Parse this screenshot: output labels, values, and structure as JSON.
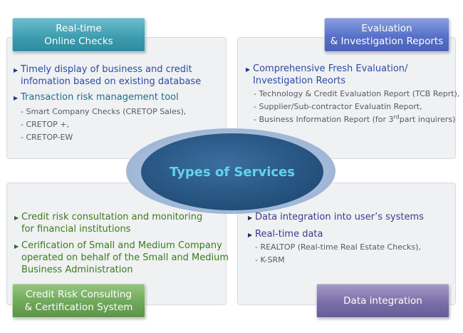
{
  "center": {
    "title": "Types of Services"
  },
  "colors": {
    "teal_tab": "#3f9db0",
    "blue_tab": "#5670c8",
    "green_tab": "#6fa85a",
    "purple_tab": "#7a6fa8",
    "blue_text": "#2b4aa8",
    "teal_text": "#1c6f8a",
    "green_text": "#3d7a1e",
    "purple_text": "#3c3a8f",
    "center_text": "#63d3ea"
  },
  "top_left": {
    "tab_line1": "Real-time",
    "tab_line2": "Online Checks",
    "bullet1_line1": "Timely display of business and credit",
    "bullet1_line2": "infomation based on existing database",
    "bullet2": "Transaction risk management tool",
    "sub1": "- Smart Company Checks (CRETOP Sales),",
    "sub2": "- CRETOP +,",
    "sub3": "- CRETOP-EW"
  },
  "top_right": {
    "tab_line1": "Evaluation",
    "tab_line2": "& Investigation Reports",
    "bullet1_line1": "Comprehensive Fresh Evaluation/",
    "bullet1_line2": "Investigation Reorts",
    "sub1": "- Technology & Credit Evaluation Report (TCB Reprt),",
    "sub2": "- Supplier/Sub-contractor Evaluatin Report,",
    "sub3_pre": "- Business Information Report (for 3",
    "sub3_sup": "rd",
    "sub3_post": "part inquirers)"
  },
  "bottom_left": {
    "tab_line1": "Credit Risk Consulting",
    "tab_line2": "& Certification System",
    "bullet1_line1": "Credit risk consultation and monitoring",
    "bullet1_line2": "for financial institutions",
    "bullet2_line1": "Cerification of Small and Medium Company",
    "bullet2_line2": "operated on behalf of the Small and Medium",
    "bullet2_line3": "Business Administration"
  },
  "bottom_right": {
    "tab_line1": "Data integration",
    "bullet1": "Data integration into user’s systems",
    "bullet2": "Real-time data",
    "sub1": "- REALTOP (Real-time Real Estate Checks),",
    "sub2": "- K-SRM"
  }
}
